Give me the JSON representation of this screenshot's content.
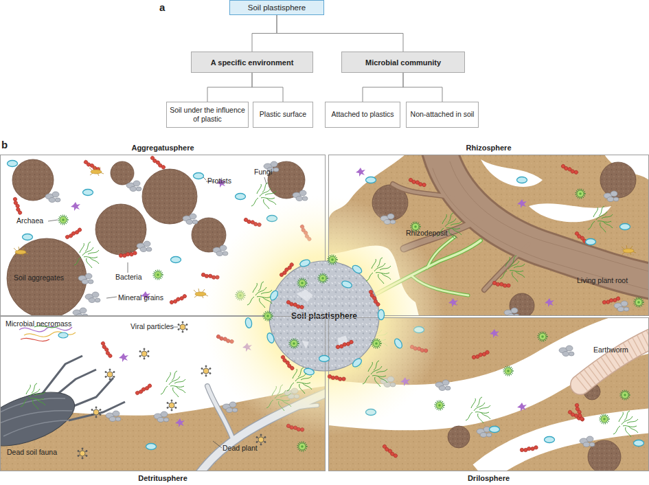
{
  "diagram": {
    "nodes": [
      {
        "text": [
          "Soil plastisphere"
        ]
      },
      {
        "text": [
          "A specific environment"
        ]
      },
      {
        "text": [
          "Microbial community"
        ]
      },
      {
        "text": [
          "Soil under the influence of plastic"
        ]
      },
      {
        "text": [
          "Plastic surface"
        ]
      },
      {
        "text": [
          "Attached to plastics"
        ]
      },
      {
        "text": [
          "Non-attached in soil"
        ]
      },
      {
        "text": [
          "Aggregatusphere"
        ]
      },
      {
        "text": [
          "Rhizosphere"
        ]
      },
      {
        "text": [
          "Soil plastisphere"
        ]
      },
      {
        "text": [
          "Detritusphere"
        ]
      },
      {
        "text": [
          "Drilosphere"
        ]
      }
    ],
    "edges": [
      {
        "from": 0,
        "to": 1,
        "arrow": "none"
      },
      {
        "from": 0,
        "to": 2,
        "arrow": "none"
      },
      {
        "from": 1,
        "to": 3,
        "arrow": "none"
      },
      {
        "from": 1,
        "to": 4,
        "arrow": "none"
      },
      {
        "from": 2,
        "to": 5,
        "arrow": "none"
      },
      {
        "from": 2,
        "to": 6,
        "arrow": "none"
      }
    ],
    "labels": [
      "a",
      "b",
      "Protists",
      "Fungi",
      "Archaea",
      "Bacteria",
      "Soil aggregates",
      "Mineral grains",
      "Rhizodeposit",
      "Living plant root",
      "Microbial necromass",
      "Viral particles",
      "Dead soil fauna",
      "Dead plant",
      "Earthworm"
    ]
  }
}
